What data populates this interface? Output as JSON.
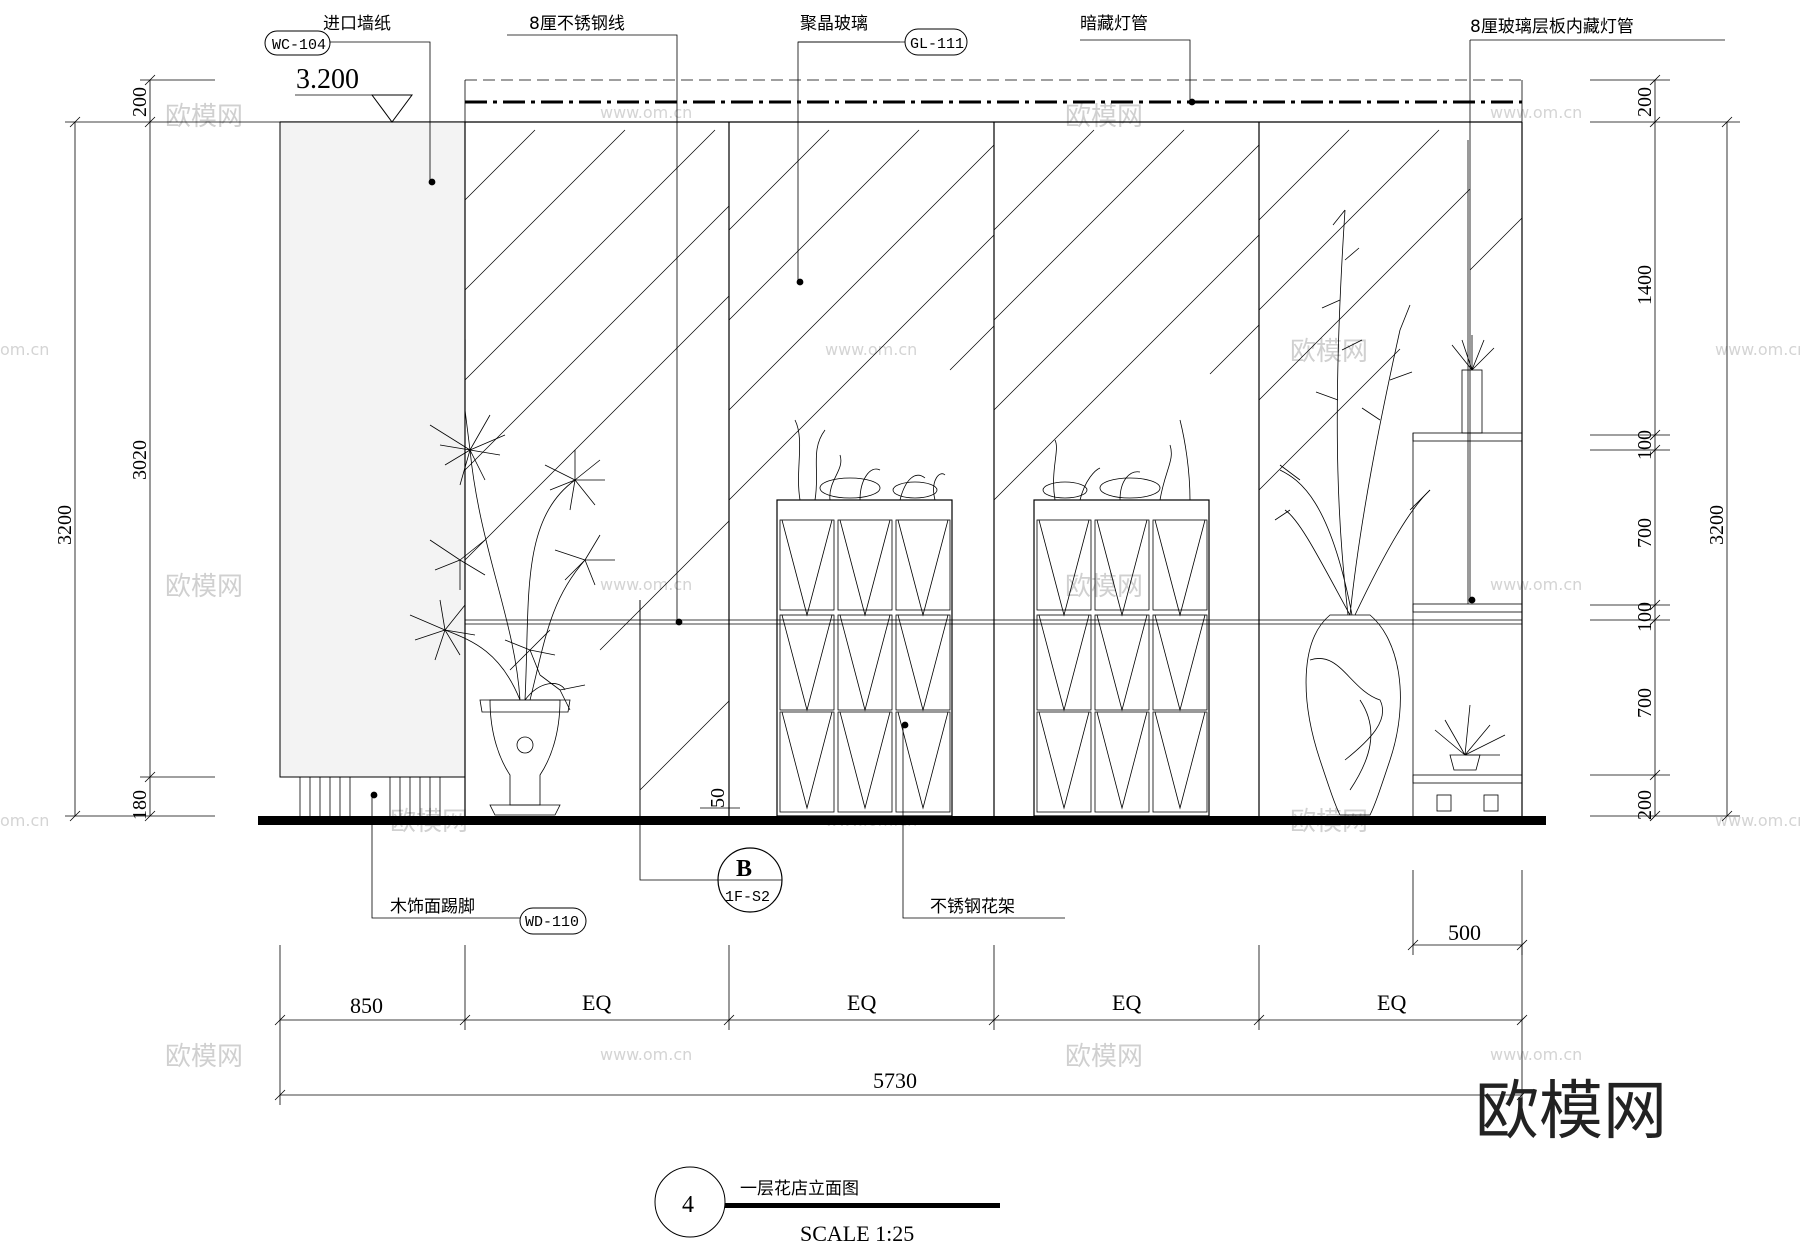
{
  "labels": {
    "wallpaper": "进口墙纸",
    "wallpaper_code": "WC-104",
    "level": "3.200",
    "steel_line": "8厘不锈钢线",
    "glass": "聚晶玻璃",
    "glass_code": "GL-111",
    "hidden_light": "暗藏灯管",
    "glass_shelf": "8厘玻璃层板内藏灯管",
    "baseboard": "木饰面踢脚",
    "baseboard_code": "WD-110",
    "section_letter": "B",
    "section_ref": "1F-S2",
    "flower_rack": "不锈钢花架"
  },
  "dimensions": {
    "left_200": "200",
    "left_3020": "3020",
    "left_180": "180",
    "left_total": "3200",
    "right_200_top": "200",
    "right_1400": "1400",
    "right_100_a": "100",
    "right_700_a": "700",
    "right_100_b": "100",
    "right_700_b": "700",
    "right_200_bottom": "200",
    "right_total": "3200",
    "h_50": "50",
    "h_500": "500",
    "seg_850": "850",
    "seg_eq1": "EQ",
    "seg_eq2": "EQ",
    "seg_eq3": "EQ",
    "seg_eq4": "EQ",
    "total": "5730"
  },
  "title": {
    "number": "4",
    "name": "一层花店立面图",
    "scale": "SCALE  1:25"
  },
  "watermark": {
    "brand": "欧模网",
    "url": "www.om.cn",
    "url_short": "om.cn",
    "big": "欧模网"
  }
}
